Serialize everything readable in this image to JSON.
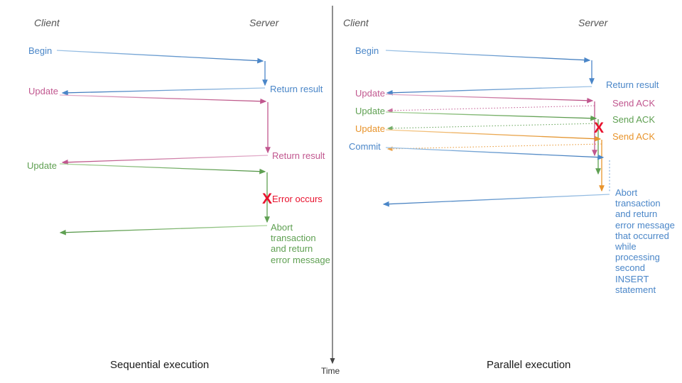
{
  "diagram": {
    "title_left": "Sequential execution",
    "title_right": "Parallel execution",
    "time_axis_label": "Time",
    "colors": {
      "blue": "#4a86c8",
      "pink": "#c1578f",
      "green": "#5fa052",
      "orange": "#e8942c",
      "red": "#e8112d",
      "divider": "#444444",
      "actor_text": "#555555"
    }
  },
  "left_panel": {
    "actors": {
      "client": "Client",
      "server": "Server"
    },
    "messages": [
      {
        "label": "Begin",
        "color_name": "blue",
        "side": "client"
      },
      {
        "label": "Return result",
        "color_name": "blue",
        "side": "server"
      },
      {
        "label": "Update",
        "color_name": "pink",
        "side": "client"
      },
      {
        "label": "Return result",
        "color_name": "pink",
        "side": "server"
      },
      {
        "label": "Update",
        "color_name": "green",
        "side": "client"
      },
      {
        "label": "Error occurs",
        "color_name": "red",
        "side": "server"
      },
      {
        "label": "Abort\ntransaction\nand return\nerror message",
        "color_name": "green",
        "side": "server"
      }
    ],
    "error_marker": "X",
    "caption": "Sequential execution"
  },
  "right_panel": {
    "actors": {
      "client": "Client",
      "server": "Server"
    },
    "messages": [
      {
        "label": "Begin",
        "color_name": "blue",
        "side": "client"
      },
      {
        "label": "Return result",
        "color_name": "blue",
        "side": "server"
      },
      {
        "label": "Update",
        "color_name": "pink",
        "side": "client"
      },
      {
        "label": "Send ACK",
        "color_name": "pink",
        "side": "server"
      },
      {
        "label": "Update",
        "color_name": "green",
        "side": "client"
      },
      {
        "label": "Send ACK",
        "color_name": "green",
        "side": "server"
      },
      {
        "label": "Update",
        "color_name": "orange",
        "side": "client"
      },
      {
        "label": "Send ACK",
        "color_name": "orange",
        "side": "server"
      },
      {
        "label": "Commit",
        "color_name": "blue",
        "side": "client"
      },
      {
        "label": "Abort\ntransaction\nand return\nerror message\nthat occurred\nwhile\nprocessing\nsecond\nINSERT\nstatement",
        "color_name": "blue",
        "side": "server"
      }
    ],
    "error_marker": "X",
    "caption": "Parallel execution"
  }
}
